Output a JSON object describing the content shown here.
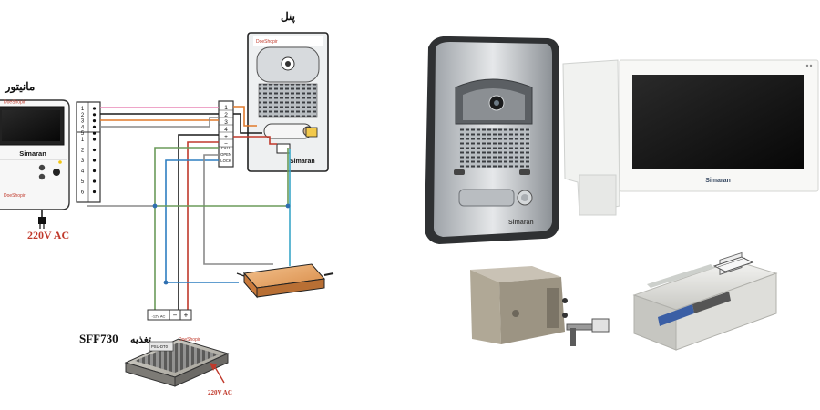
{
  "diagram": {
    "monitor_label": "مانیتور",
    "panel_label": "پنل",
    "power_supply_model": "SFF730",
    "power_supply_label": "تغذیه",
    "mains_label": "220V AC",
    "mains_label_small": "220V AC",
    "brand": "Simaran",
    "shop_tag": "DoeShopir",
    "monitor_terminals": [
      "1",
      "2",
      "3",
      "4",
      "5",
      "1",
      "2",
      "3",
      "4",
      "5",
      "6"
    ],
    "panel_terminals": [
      "1",
      "2",
      "3",
      "4",
      "+",
      "−"
    ],
    "panel_signal_labels": [
      "CALL",
      "OPEN",
      "LOCK"
    ],
    "psu_terminals": [
      "-12V AC",
      "−",
      "+"
    ],
    "psu_plate_code": "PSU-DT0"
  },
  "photos": {
    "panel_brand": "Simaran",
    "monitor_brand": "Simaran"
  },
  "colors": {
    "wire_pink": "#e887b5",
    "wire_orange": "#e07a2c",
    "wire_black": "#1a1a1a",
    "wire_red": "#c0392b",
    "wire_green": "#6b9b5a",
    "wire_blue": "#2f7fc1",
    "wire_cyan": "#3aa7c8",
    "wire_gray": "#8a8a8a",
    "mains_red": "#c0392b"
  }
}
